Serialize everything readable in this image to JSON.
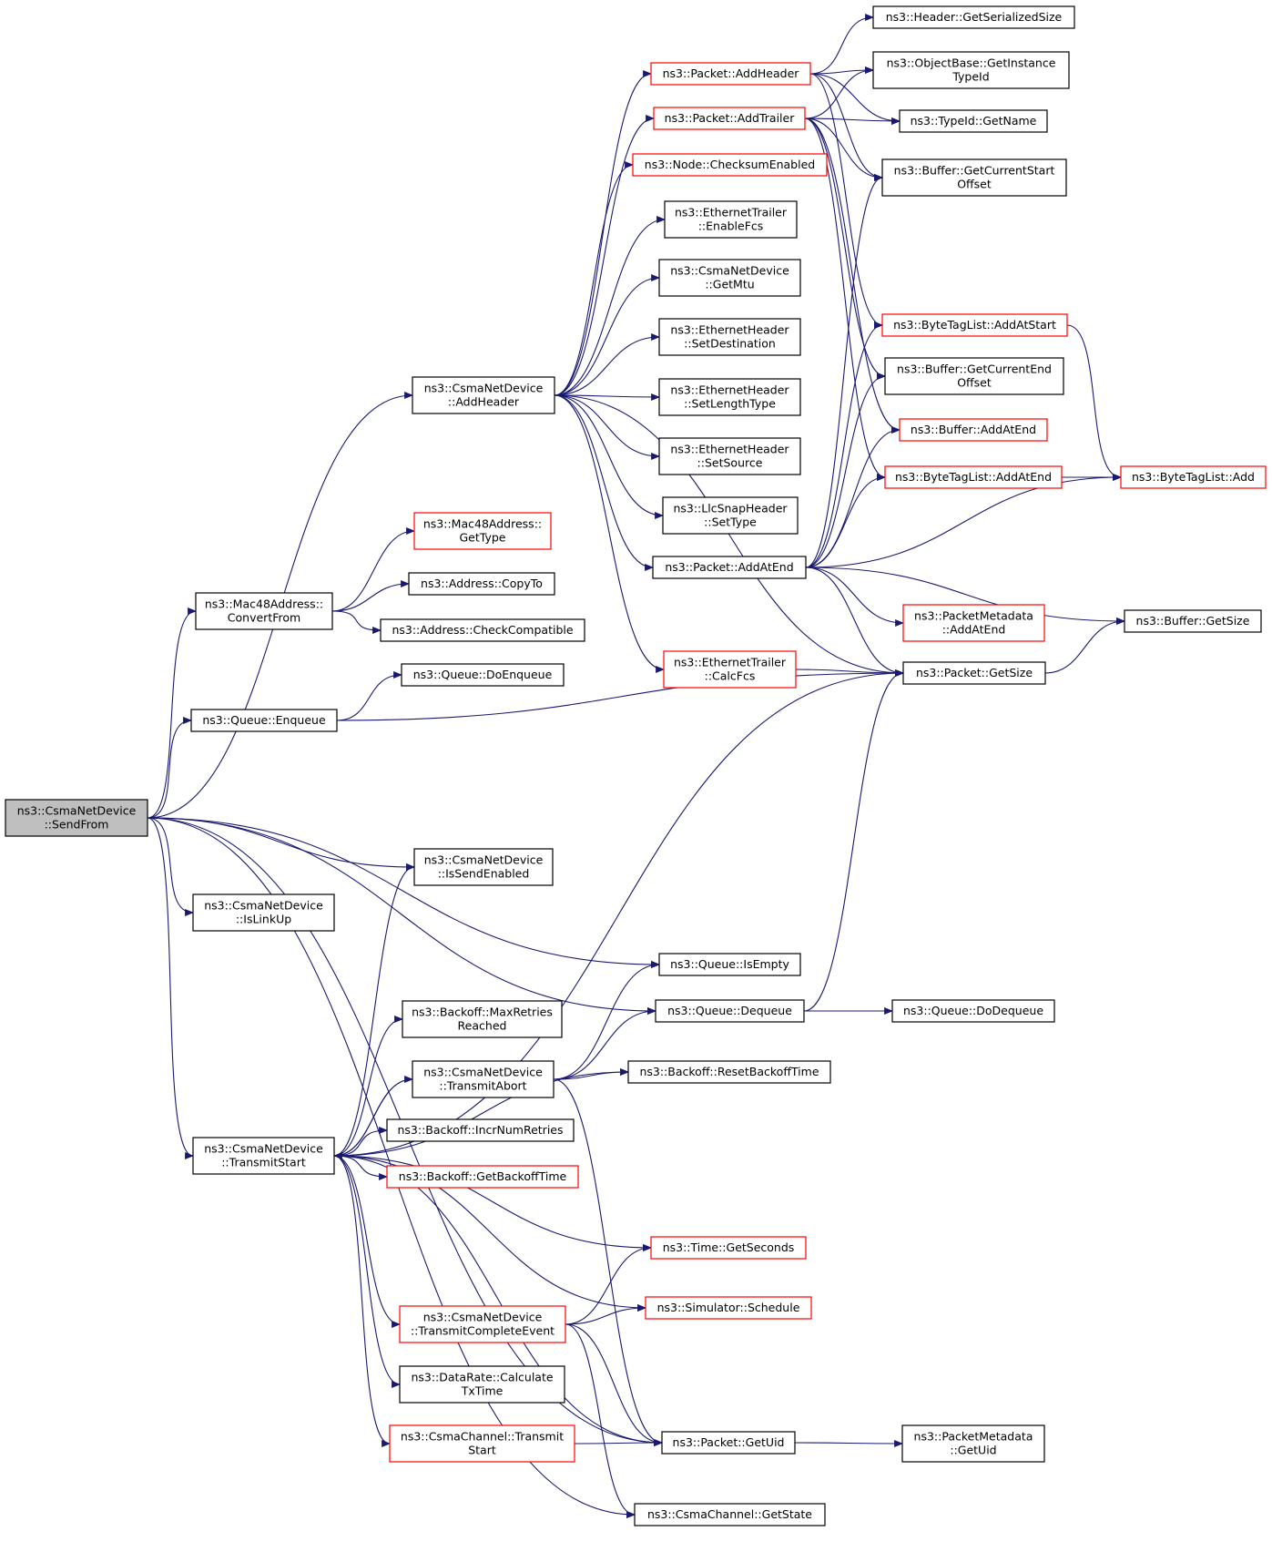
{
  "colors": {
    "edge": "#191970",
    "root_fill": "#bfbfbf",
    "red_border": "#ff0000",
    "black_border": "#000000"
  },
  "nodes": [
    {
      "id": "send",
      "lines": [
        "ns3::CsmaNetDevice",
        "::SendFrom"
      ],
      "style": "root"
    },
    {
      "id": "addheader",
      "lines": [
        "ns3::CsmaNetDevice",
        "::AddHeader"
      ],
      "style": "black"
    },
    {
      "id": "convert",
      "lines": [
        "ns3::Mac48Address::",
        "ConvertFrom"
      ],
      "style": "black"
    },
    {
      "id": "enqueue",
      "lines": [
        "ns3::Queue::Enqueue"
      ],
      "style": "black"
    },
    {
      "id": "issend",
      "lines": [
        "ns3::CsmaNetDevice",
        "::IsSendEnabled"
      ],
      "style": "black"
    },
    {
      "id": "islink",
      "lines": [
        "ns3::CsmaNetDevice",
        "::IsLinkUp"
      ],
      "style": "black"
    },
    {
      "id": "txstart",
      "lines": [
        "ns3::CsmaNetDevice",
        "::TransmitStart"
      ],
      "style": "black"
    },
    {
      "id": "pkt_addheader",
      "lines": [
        "ns3::Packet::AddHeader"
      ],
      "style": "red"
    },
    {
      "id": "pkt_addtrailer",
      "lines": [
        "ns3::Packet::AddTrailer"
      ],
      "style": "red"
    },
    {
      "id": "checksum",
      "lines": [
        "ns3::Node::ChecksumEnabled"
      ],
      "style": "red"
    },
    {
      "id": "enablefcs",
      "lines": [
        "ns3::EthernetTrailer",
        "::EnableFcs"
      ],
      "style": "black"
    },
    {
      "id": "getmtu",
      "lines": [
        "ns3::CsmaNetDevice",
        "::GetMtu"
      ],
      "style": "black"
    },
    {
      "id": "setdest",
      "lines": [
        "ns3::EthernetHeader",
        "::SetDestination"
      ],
      "style": "black"
    },
    {
      "id": "setlen",
      "lines": [
        "ns3::EthernetHeader",
        "::SetLengthType"
      ],
      "style": "black"
    },
    {
      "id": "setsrc",
      "lines": [
        "ns3::EthernetHeader",
        "::SetSource"
      ],
      "style": "black"
    },
    {
      "id": "llcsettype",
      "lines": [
        "ns3::LlcSnapHeader",
        "::SetType"
      ],
      "style": "black"
    },
    {
      "id": "pkt_addatend",
      "lines": [
        "ns3::Packet::AddAtEnd"
      ],
      "style": "black"
    },
    {
      "id": "calcfcs",
      "lines": [
        "ns3::EthernetTrailer",
        "::CalcFcs"
      ],
      "style": "red"
    },
    {
      "id": "mac_gettype",
      "lines": [
        "ns3::Mac48Address::",
        "GetType"
      ],
      "style": "red"
    },
    {
      "id": "copyto",
      "lines": [
        "ns3::Address::CopyTo"
      ],
      "style": "black"
    },
    {
      "id": "checkcompat",
      "lines": [
        "ns3::Address::CheckCompatible"
      ],
      "style": "black"
    },
    {
      "id": "doenqueue",
      "lines": [
        "ns3::Queue::DoEnqueue"
      ],
      "style": "black"
    },
    {
      "id": "hdr_getser",
      "lines": [
        "ns3::Header::GetSerializedSize"
      ],
      "style": "black"
    },
    {
      "id": "getinstance",
      "lines": [
        "ns3::ObjectBase::GetInstance",
        "TypeId"
      ],
      "style": "black"
    },
    {
      "id": "typeid_getname",
      "lines": [
        "ns3::TypeId::GetName"
      ],
      "style": "black"
    },
    {
      "id": "buf_startoff",
      "lines": [
        "ns3::Buffer::GetCurrentStart",
        "Offset"
      ],
      "style": "black"
    },
    {
      "id": "btl_addatstart",
      "lines": [
        "ns3::ByteTagList::AddAtStart"
      ],
      "style": "red"
    },
    {
      "id": "buf_endoff",
      "lines": [
        "ns3::Buffer::GetCurrentEnd",
        "Offset"
      ],
      "style": "black"
    },
    {
      "id": "buf_addatend",
      "lines": [
        "ns3::Buffer::AddAtEnd"
      ],
      "style": "red"
    },
    {
      "id": "btl_addatend",
      "lines": [
        "ns3::ByteTagList::AddAtEnd"
      ],
      "style": "red"
    },
    {
      "id": "btl_add",
      "lines": [
        "ns3::ByteTagList::Add"
      ],
      "style": "red"
    },
    {
      "id": "pm_addatend",
      "lines": [
        "ns3::PacketMetadata",
        "::AddAtEnd"
      ],
      "style": "red"
    },
    {
      "id": "buf_getsize",
      "lines": [
        "ns3::Buffer::GetSize"
      ],
      "style": "black"
    },
    {
      "id": "pkt_getsize",
      "lines": [
        "ns3::Packet::GetSize"
      ],
      "style": "black"
    },
    {
      "id": "q_isempty",
      "lines": [
        "ns3::Queue::IsEmpty"
      ],
      "style": "black"
    },
    {
      "id": "q_dequeue",
      "lines": [
        "ns3::Queue::Dequeue"
      ],
      "style": "black"
    },
    {
      "id": "q_dodequeue",
      "lines": [
        "ns3::Queue::DoDequeue"
      ],
      "style": "black"
    },
    {
      "id": "maxretries",
      "lines": [
        "ns3::Backoff::MaxRetries",
        "Reached"
      ],
      "style": "black"
    },
    {
      "id": "txabort",
      "lines": [
        "ns3::CsmaNetDevice",
        "::TransmitAbort"
      ],
      "style": "black"
    },
    {
      "id": "resetbackoff",
      "lines": [
        "ns3::Backoff::ResetBackoffTime"
      ],
      "style": "black"
    },
    {
      "id": "incrretries",
      "lines": [
        "ns3::Backoff::IncrNumRetries"
      ],
      "style": "black"
    },
    {
      "id": "getbackoff",
      "lines": [
        "ns3::Backoff::GetBackoffTime"
      ],
      "style": "red"
    },
    {
      "id": "getseconds",
      "lines": [
        "ns3::Time::GetSeconds"
      ],
      "style": "red"
    },
    {
      "id": "schedule",
      "lines": [
        "ns3::Simulator::Schedule"
      ],
      "style": "red"
    },
    {
      "id": "txcomplete",
      "lines": [
        "ns3::CsmaNetDevice",
        "::TransmitCompleteEvent"
      ],
      "style": "red"
    },
    {
      "id": "calctx",
      "lines": [
        "ns3::DataRate::Calculate",
        "TxTime"
      ],
      "style": "black"
    },
    {
      "id": "ch_txstart",
      "lines": [
        "ns3::CsmaChannel::Transmit",
        "Start"
      ],
      "style": "red"
    },
    {
      "id": "pkt_getuid",
      "lines": [
        "ns3::Packet::GetUid"
      ],
      "style": "black"
    },
    {
      "id": "pm_getuid",
      "lines": [
        "ns3::PacketMetadata",
        "::GetUid"
      ],
      "style": "black"
    },
    {
      "id": "ch_getstate",
      "lines": [
        "ns3::CsmaChannel::GetState"
      ],
      "style": "black"
    }
  ],
  "edges": [
    [
      "send",
      "addheader"
    ],
    [
      "send",
      "convert"
    ],
    [
      "send",
      "enqueue"
    ],
    [
      "send",
      "issend"
    ],
    [
      "send",
      "islink"
    ],
    [
      "send",
      "txstart"
    ],
    [
      "send",
      "q_isempty"
    ],
    [
      "send",
      "q_dequeue"
    ],
    [
      "send",
      "pkt_getuid"
    ],
    [
      "send",
      "ch_getstate"
    ],
    [
      "addheader",
      "pkt_addheader"
    ],
    [
      "addheader",
      "pkt_addtrailer"
    ],
    [
      "addheader",
      "checksum"
    ],
    [
      "addheader",
      "enablefcs"
    ],
    [
      "addheader",
      "getmtu"
    ],
    [
      "addheader",
      "setdest"
    ],
    [
      "addheader",
      "setlen"
    ],
    [
      "addheader",
      "setsrc"
    ],
    [
      "addheader",
      "llcsettype"
    ],
    [
      "addheader",
      "pkt_addatend"
    ],
    [
      "addheader",
      "calcfcs"
    ],
    [
      "addheader",
      "pkt_getsize"
    ],
    [
      "convert",
      "mac_gettype"
    ],
    [
      "convert",
      "copyto"
    ],
    [
      "convert",
      "checkcompat"
    ],
    [
      "enqueue",
      "doenqueue"
    ],
    [
      "enqueue",
      "pkt_getsize"
    ],
    [
      "pkt_addheader",
      "hdr_getser"
    ],
    [
      "pkt_addheader",
      "getinstance"
    ],
    [
      "pkt_addheader",
      "typeid_getname"
    ],
    [
      "pkt_addheader",
      "buf_startoff"
    ],
    [
      "pkt_addheader",
      "btl_addatstart"
    ],
    [
      "pkt_addtrailer",
      "getinstance"
    ],
    [
      "pkt_addtrailer",
      "typeid_getname"
    ],
    [
      "pkt_addtrailer",
      "buf_startoff"
    ],
    [
      "pkt_addtrailer",
      "buf_endoff"
    ],
    [
      "pkt_addtrailer",
      "buf_addatend"
    ],
    [
      "pkt_addtrailer",
      "btl_addatend"
    ],
    [
      "pkt_addatend",
      "buf_startoff"
    ],
    [
      "pkt_addatend",
      "btl_addatstart"
    ],
    [
      "pkt_addatend",
      "buf_endoff"
    ],
    [
      "pkt_addatend",
      "buf_addatend"
    ],
    [
      "pkt_addatend",
      "btl_addatend"
    ],
    [
      "pkt_addatend",
      "btl_add"
    ],
    [
      "pkt_addatend",
      "pm_addatend"
    ],
    [
      "pkt_addatend",
      "buf_getsize"
    ],
    [
      "pkt_addatend",
      "pkt_getsize"
    ],
    [
      "btl_addatstart",
      "btl_add"
    ],
    [
      "btl_addatend",
      "btl_add"
    ],
    [
      "calcfcs",
      "pkt_getsize"
    ],
    [
      "pkt_getsize",
      "buf_getsize"
    ],
    [
      "q_dequeue",
      "q_dodequeue"
    ],
    [
      "q_dequeue",
      "pkt_getsize"
    ],
    [
      "txstart",
      "issend"
    ],
    [
      "txstart",
      "pkt_getsize"
    ],
    [
      "txstart",
      "resetbackoff"
    ],
    [
      "txstart",
      "maxretries"
    ],
    [
      "txstart",
      "txabort"
    ],
    [
      "txstart",
      "incrretries"
    ],
    [
      "txstart",
      "getbackoff"
    ],
    [
      "txstart",
      "getseconds"
    ],
    [
      "txstart",
      "schedule"
    ],
    [
      "txstart",
      "txcomplete"
    ],
    [
      "txstart",
      "calctx"
    ],
    [
      "txstart",
      "ch_txstart"
    ],
    [
      "txstart",
      "pkt_getuid"
    ],
    [
      "txabort",
      "txstart"
    ],
    [
      "txabort",
      "q_isempty"
    ],
    [
      "txabort",
      "q_dequeue"
    ],
    [
      "txabort",
      "resetbackoff"
    ],
    [
      "txabort",
      "pkt_getuid"
    ],
    [
      "txcomplete",
      "getseconds"
    ],
    [
      "txcomplete",
      "schedule"
    ],
    [
      "txcomplete",
      "pkt_getuid"
    ],
    [
      "txcomplete",
      "ch_getstate"
    ],
    [
      "ch_txstart",
      "pkt_getuid"
    ],
    [
      "pkt_getuid",
      "pm_getuid"
    ]
  ]
}
